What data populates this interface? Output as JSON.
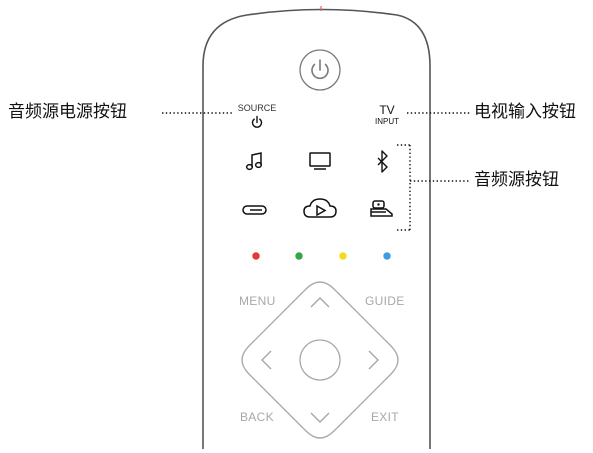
{
  "remote": {
    "source_label": "SOURCE",
    "tv_label": "TV",
    "input_label": "INPUT",
    "nav": {
      "menu": "MENU",
      "guide": "GUIDE",
      "back": "BACK",
      "exit": "EXIT"
    },
    "color_buttons": [
      "#e53935",
      "#2ea84a",
      "#f2dc1e",
      "#3a9fe0"
    ],
    "icons": {
      "power": "power-icon",
      "music": "music-note-icon",
      "tv": "tv-screen-icon",
      "bluetooth": "bluetooth-icon",
      "set_top_box": "set-top-box-icon",
      "streaming": "cloud-play-icon",
      "game": "game-device-icon"
    }
  },
  "callouts": {
    "audio_power": "音频源电源按钮",
    "tv_input": "电视输入按钮",
    "audio_source": "音频源按钮"
  }
}
